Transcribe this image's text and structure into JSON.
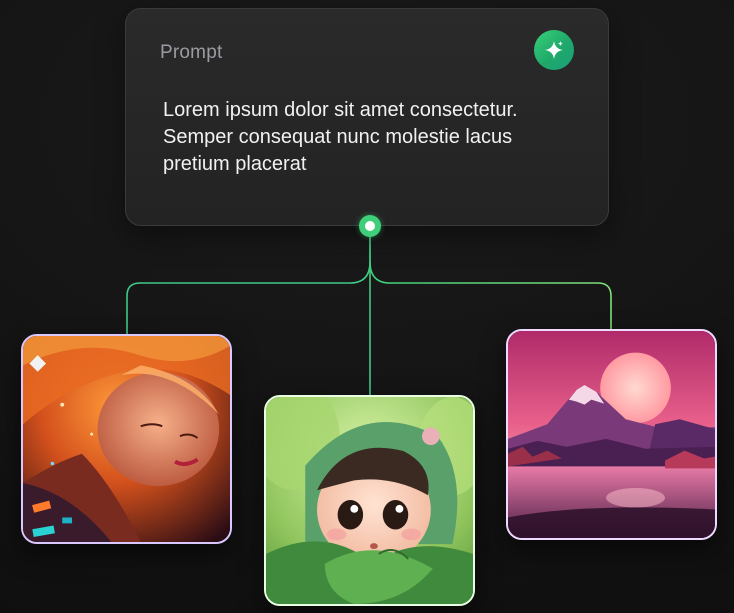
{
  "prompt": {
    "label": "Prompt",
    "text": "Lorem ipsum dolor sit amet consectetur. Semper consequat nunc molestie lacus pretium placerat",
    "badge_icon": "sparkle-icon"
  },
  "colors": {
    "accent": "#3fcf7a",
    "line": "#4fd08a",
    "background": "#141414",
    "card": "#262626"
  },
  "images": [
    {
      "name": "woman-portrait",
      "icon": "image-thumbnail"
    },
    {
      "name": "child-character",
      "icon": "image-thumbnail"
    },
    {
      "name": "mountain-sunset",
      "icon": "image-thumbnail"
    }
  ]
}
